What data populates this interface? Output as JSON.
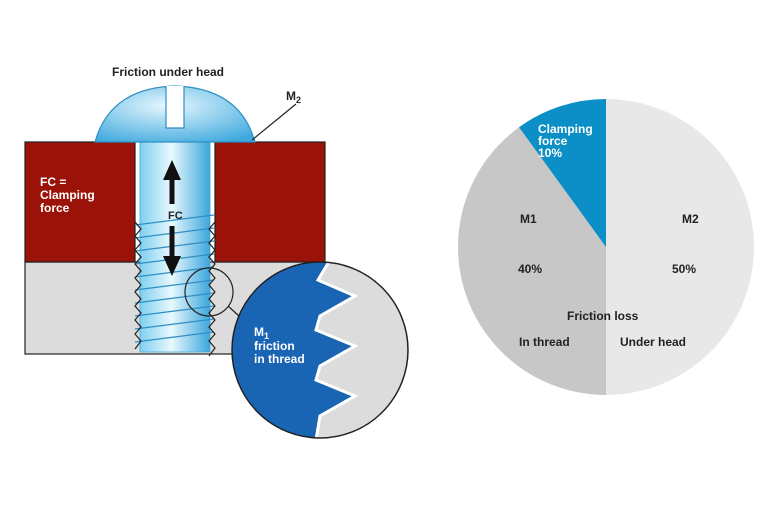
{
  "colors": {
    "clamp_block": "#9b1208",
    "base_block": "#dcdcdc",
    "bolt_light": "#cfeefb",
    "bolt_mid": "#4fb7e6",
    "zoom_blue": "#1a64b4",
    "pie_m2": "#e8e8e8",
    "pie_m1": "#c7c7c7",
    "pie_clamp": "#0b8fc6"
  },
  "diagram": {
    "friction_under_head": "Friction under head",
    "m2_label": "M",
    "m2_sub": "2",
    "fc_clamping_line1": "FC =",
    "fc_clamping_line2": "Clamping",
    "fc_clamping_line3": "force",
    "fc_arrow_label": "FC",
    "m1_label": "M",
    "m1_sub": "1",
    "m1_line2": "friction",
    "m1_line3": "in thread"
  },
  "chart_data": {
    "type": "pie",
    "slices": [
      {
        "name": "M2",
        "value": 50,
        "value_label": "50%",
        "color": "#e8e8e8"
      },
      {
        "name": "M1",
        "value": 40,
        "value_label": "40%",
        "color": "#c7c7c7"
      },
      {
        "name": "Clamping force",
        "value": 10,
        "value_label": "10%",
        "color": "#0b8fc6"
      }
    ],
    "clamp_label_line1": "Clamping",
    "clamp_label_line2": "force",
    "friction_loss": "Friction loss",
    "in_thread": "In thread",
    "under_head": "Under head"
  }
}
